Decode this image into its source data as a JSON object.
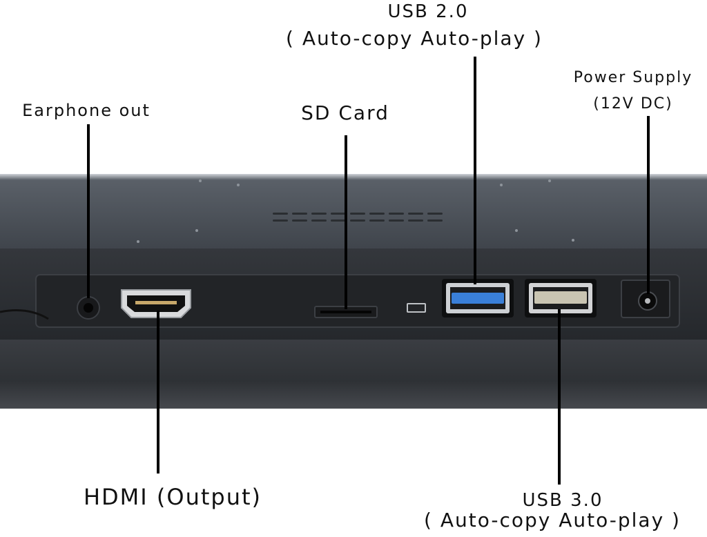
{
  "labels": {
    "usb2_line1": "USB 2.0",
    "usb2_line2": "( Auto-copy Auto-play )",
    "power_line1": "Power Supply",
    "power_line2": "(12V DC)",
    "earphone": "Earphone out",
    "sd_card": "SD Card",
    "hdmi": "HDMI (Output)",
    "usb3_line1": "USB 3.0",
    "usb3_line2": "( Auto-copy Auto-play )"
  },
  "colors": {
    "device_top": "#4b5057",
    "device_front": "#2d3034",
    "port_panel": "#222427",
    "usb_blue": "#3a7fd8",
    "usb_beige": "#c9c4b2",
    "leader_line": "#000000"
  }
}
